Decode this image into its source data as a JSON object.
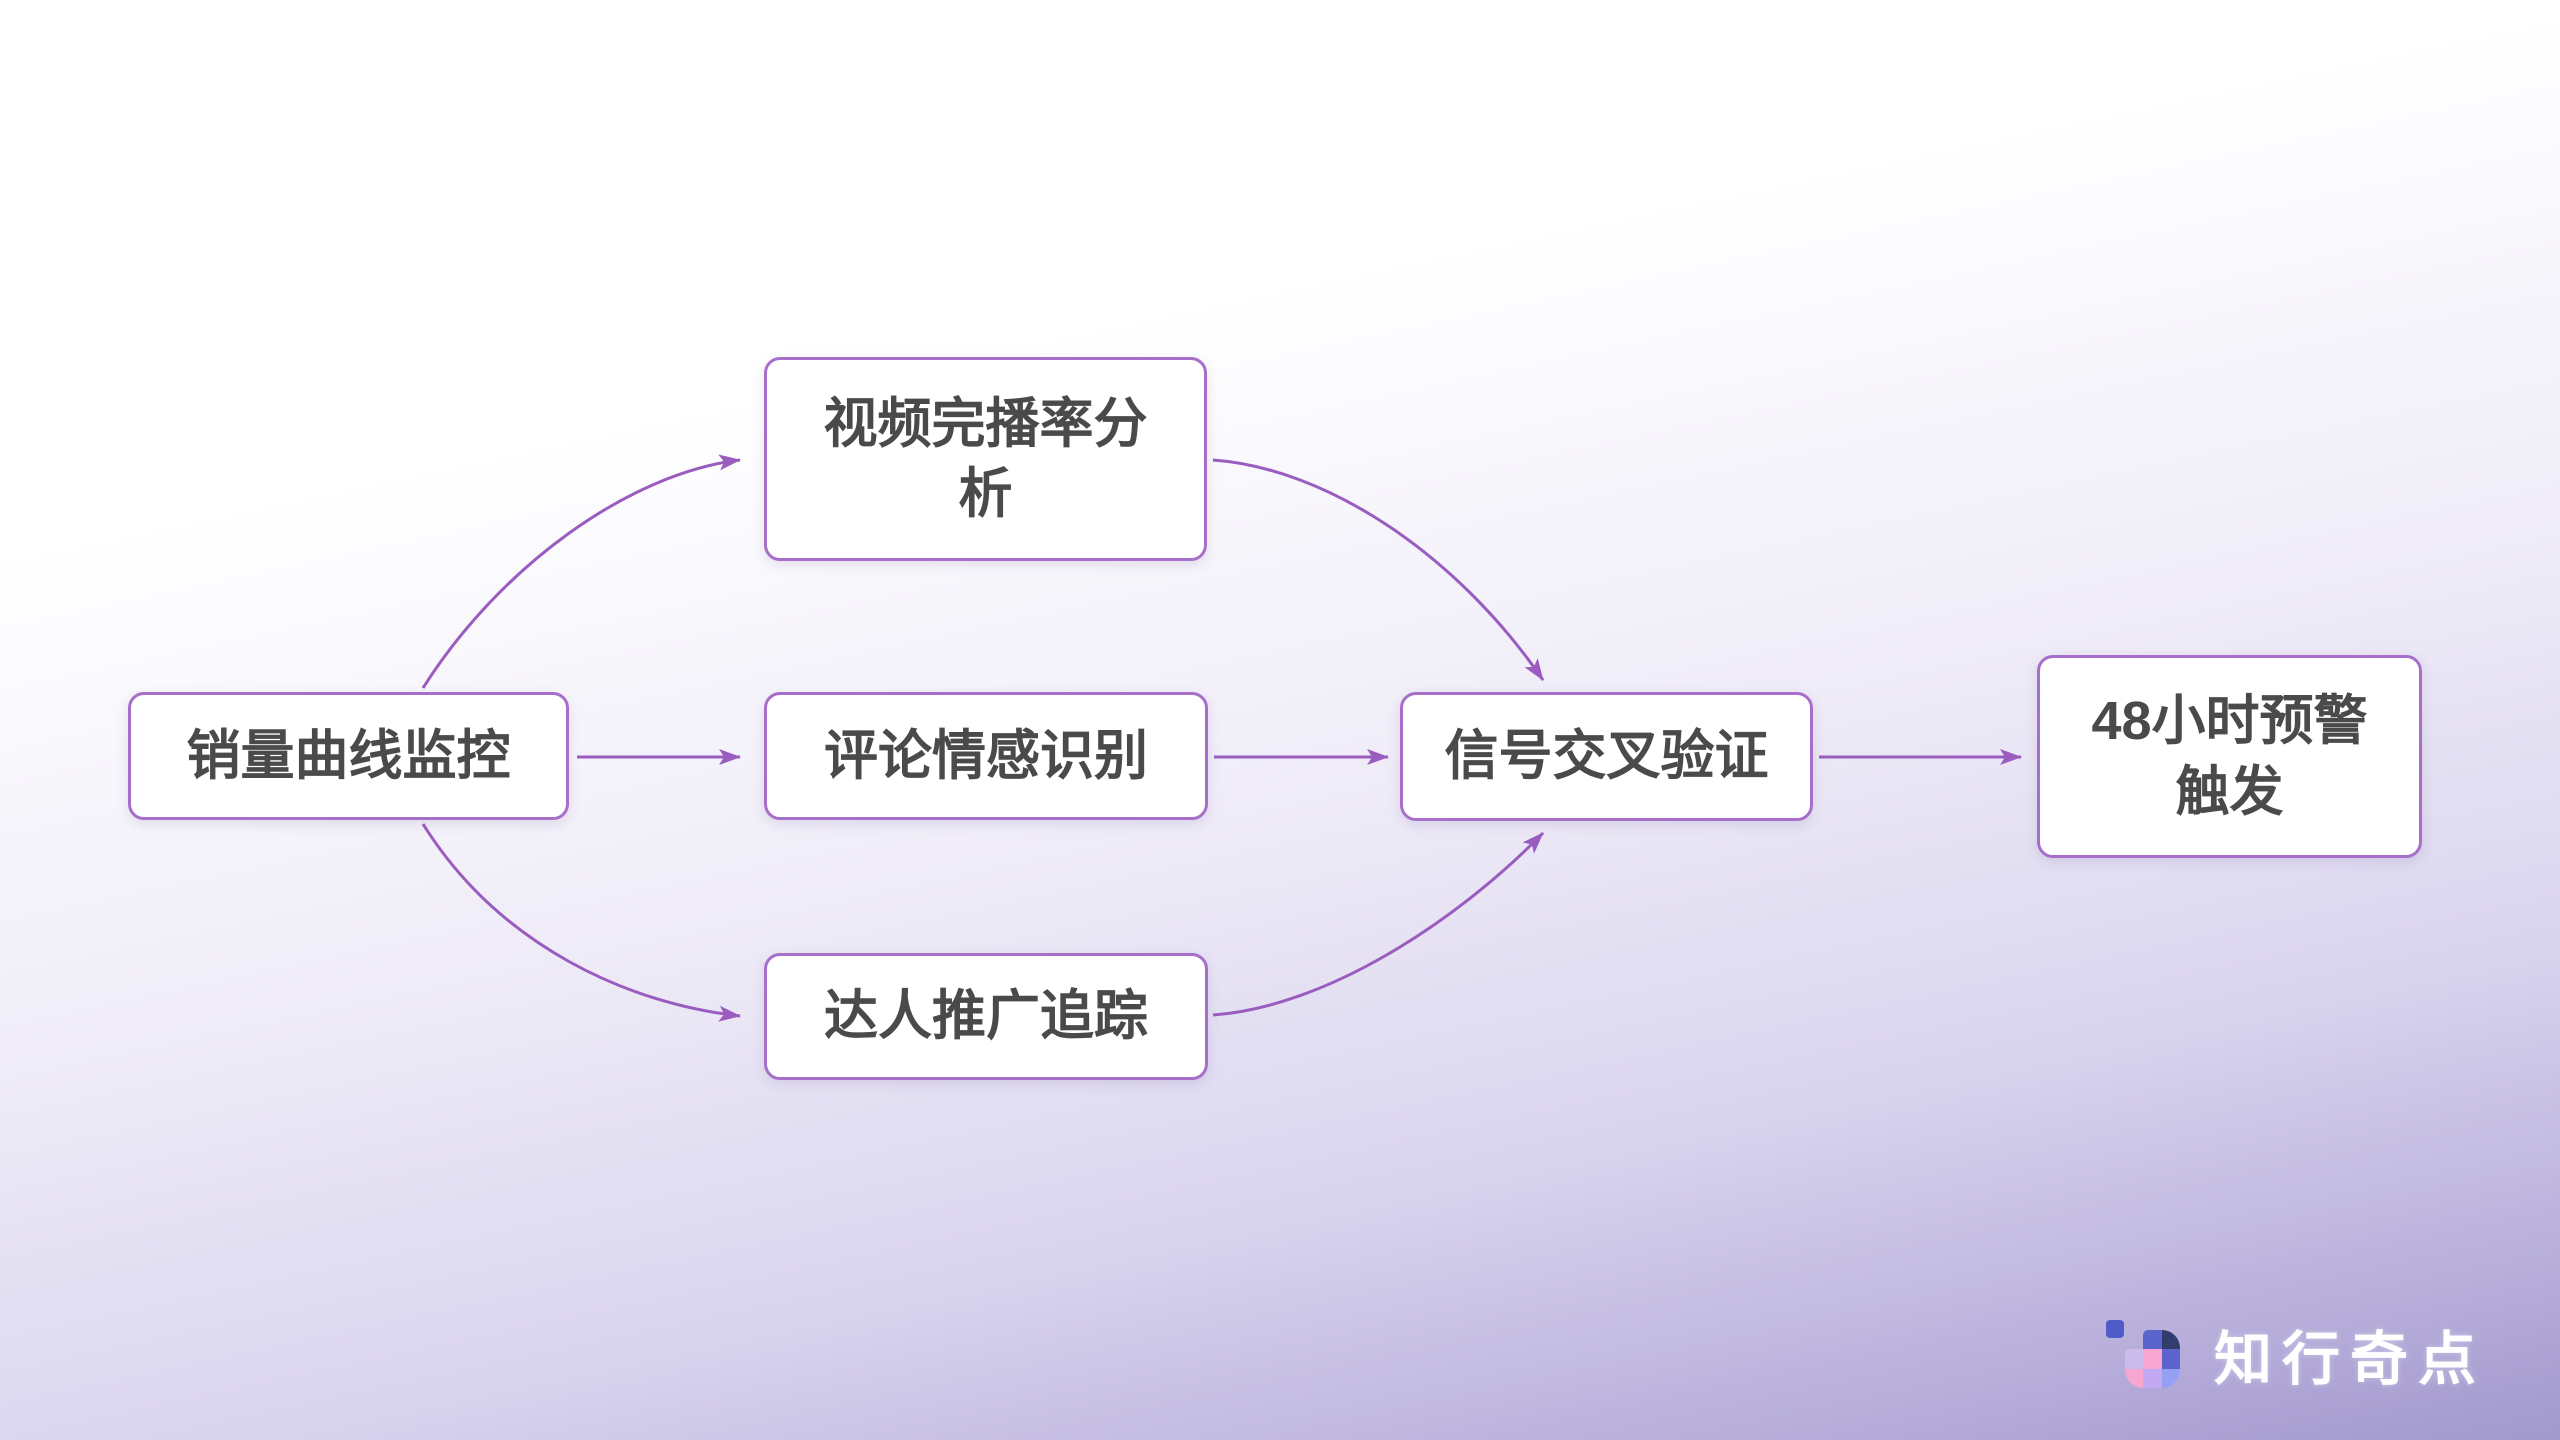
{
  "diagram": {
    "nodes": [
      {
        "id": "sales-monitoring",
        "label": "销量曲线监控"
      },
      {
        "id": "video-completion",
        "label": "视频完播率分析"
      },
      {
        "id": "comment-sentiment",
        "label": "评论情感识别"
      },
      {
        "id": "influencer-tracking",
        "label": "达人推广追踪"
      },
      {
        "id": "signal-validation",
        "label": "信号交叉验证"
      },
      {
        "id": "alert-trigger",
        "label": "48小时预警触发"
      }
    ],
    "edges": [
      {
        "from": "sales-monitoring",
        "to": "video-completion"
      },
      {
        "from": "sales-monitoring",
        "to": "comment-sentiment"
      },
      {
        "from": "sales-monitoring",
        "to": "influencer-tracking"
      },
      {
        "from": "video-completion",
        "to": "signal-validation"
      },
      {
        "from": "comment-sentiment",
        "to": "signal-validation"
      },
      {
        "from": "influencer-tracking",
        "to": "signal-validation"
      },
      {
        "from": "signal-validation",
        "to": "alert-trigger"
      }
    ]
  },
  "logo": {
    "text": "知行奇点",
    "icon": "grid-logo-icon",
    "icon_colors": [
      "#4f5bc6",
      null,
      "#5a64cc",
      "#323d6e",
      "#cbbcec",
      "#f7a6d2",
      "#5a64cc",
      "#f7a6d2",
      "#c2a9f1",
      "#96a0f2"
    ]
  },
  "colors": {
    "arrow": "#9a5cbf",
    "node-border": "#a76fc9",
    "node-text": "#4a4a4a",
    "node-bg": "#ffffff",
    "logo-text": "#ffffff",
    "bg-top": "#ffffff",
    "bg-bottom": "#a198cc"
  }
}
